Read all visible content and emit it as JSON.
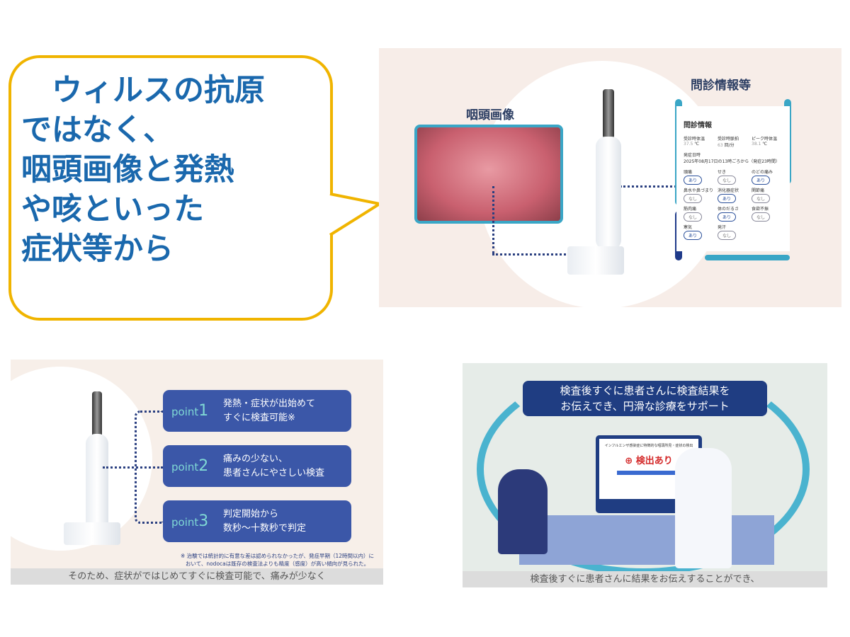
{
  "bubble": {
    "text": "　ウィルスの抗原\nではなく、\n咽頭画像と発熱\nや咳といった\n症状等から",
    "border_color": "#f0b400",
    "text_color": "#1a68ad"
  },
  "panel1": {
    "label_throat": "咽頭画像",
    "label_interview": "問診情報等",
    "questionnaire": {
      "title": "問診情報",
      "vitals": [
        {
          "label": "受診時体温",
          "value": "37.5",
          "unit": "℃"
        },
        {
          "label": "受診時脈拍",
          "value": "63",
          "unit": "回/分"
        },
        {
          "label": "ピーク時体温",
          "value": "38.1",
          "unit": "℃"
        }
      ],
      "onset_label": "発症日時",
      "onset_date": "2025年08月17日",
      "onset_mid": "の",
      "onset_hour": "13",
      "onset_rest": "時ごろから（発症",
      "onset_elapsed": "23",
      "onset_end": "時間）",
      "symptoms": [
        {
          "label": "頭痛",
          "value": "あり"
        },
        {
          "label": "せき",
          "value": "なし"
        },
        {
          "label": "のどの痛み",
          "value": "あり"
        },
        {
          "label": "鼻水や鼻づまり",
          "value": "なし"
        },
        {
          "label": "消化器症状",
          "value": "あり"
        },
        {
          "label": "関節痛",
          "value": "なし"
        },
        {
          "label": "筋肉痛",
          "value": "なし"
        },
        {
          "label": "体のだるさ",
          "value": "あり"
        },
        {
          "label": "食欲不振",
          "value": "なし"
        },
        {
          "label": "寒気",
          "value": "あり"
        },
        {
          "label": "発汗",
          "value": "なし"
        }
      ]
    }
  },
  "panel2": {
    "points": [
      {
        "word": "point",
        "num": "1",
        "text": "発熱・症状が出始めて\nすぐに検査可能※"
      },
      {
        "word": "point",
        "num": "2",
        "text": "痛みの少ない、\n患者さんにやさしい検査"
      },
      {
        "word": "point",
        "num": "3",
        "text": "判定開始から\n数秒～十数秒で判定"
      }
    ],
    "footnote": "※ 治験では統計的に有意な差は認められなかったが、発症早期（12時間以内）に\nおいて、nodocaは既存の検査法よりも精度（感度）が高い傾向が見られた。",
    "caption": "そのため、症状がではじめてすぐに検査可能で、痛みが少なく",
    "box_color": "#3b57a8"
  },
  "panel3": {
    "banner": "検査後すぐに患者さんに検査結果を\nお伝えでき、円滑な診療をサポート",
    "screen_title": "インフルエンザ感染症に特徴的な咽頭所見・症状の検出",
    "result": "検出あり",
    "caption": "検査後すぐに患者さんに結果をお伝えすることができ、"
  }
}
